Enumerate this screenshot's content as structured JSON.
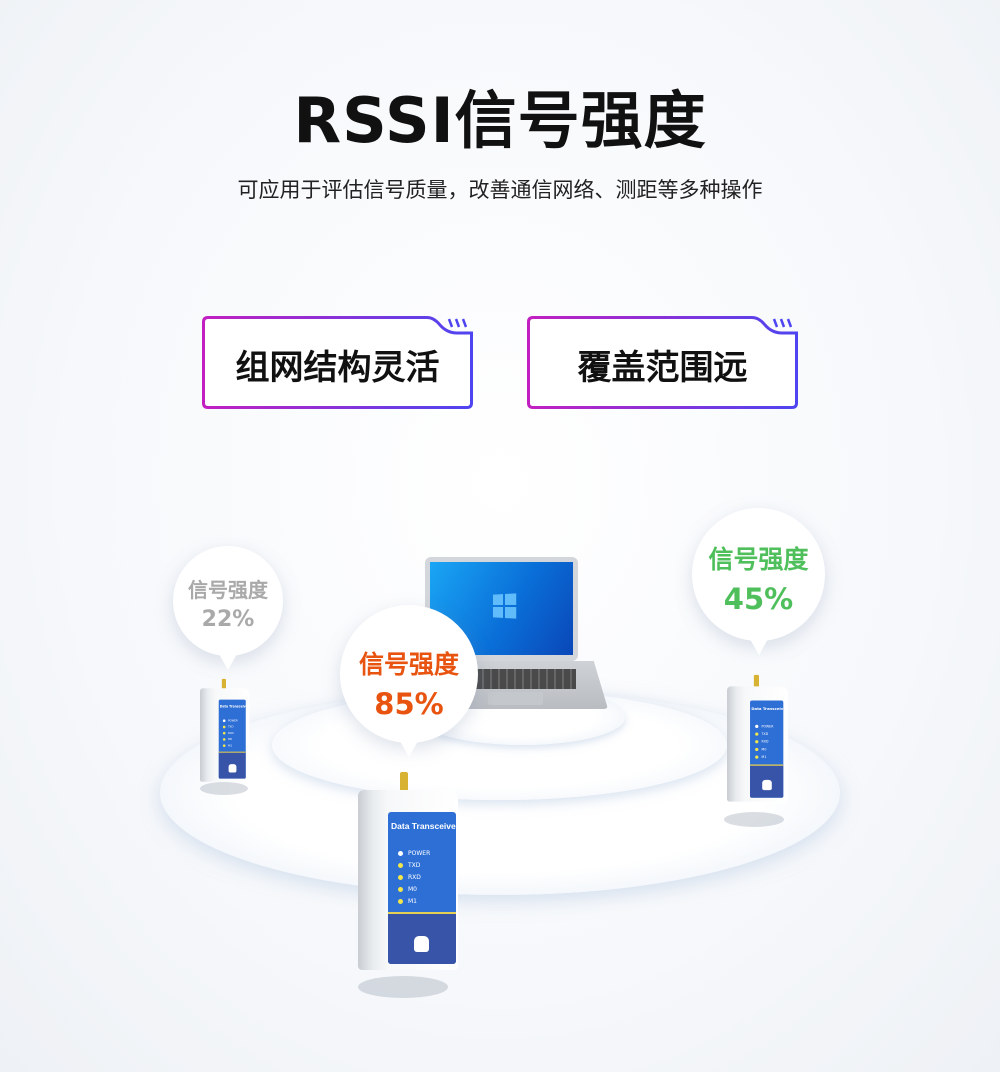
{
  "title": "RSSI信号强度",
  "subtitle": "可应用于评估信号质量，改善通信网络、测距等多种操作",
  "tags": [
    {
      "label": "组网结构灵活"
    },
    {
      "label": "覆盖范围远"
    }
  ],
  "tag_gradient": [
    "#c21fc1",
    "#4e45f0"
  ],
  "bubbles": [
    {
      "label": "信号强度",
      "value": "22%",
      "color": "#a9a9a9"
    },
    {
      "label": "信号强度",
      "value": "85%",
      "color": "#e8540f"
    },
    {
      "label": "信号强度",
      "value": "45%",
      "color": "#4fbf5c"
    }
  ],
  "device": {
    "name": "Data Transceiver",
    "leds": [
      "POWER",
      "TXD",
      "RXD",
      "M0",
      "M1"
    ]
  }
}
